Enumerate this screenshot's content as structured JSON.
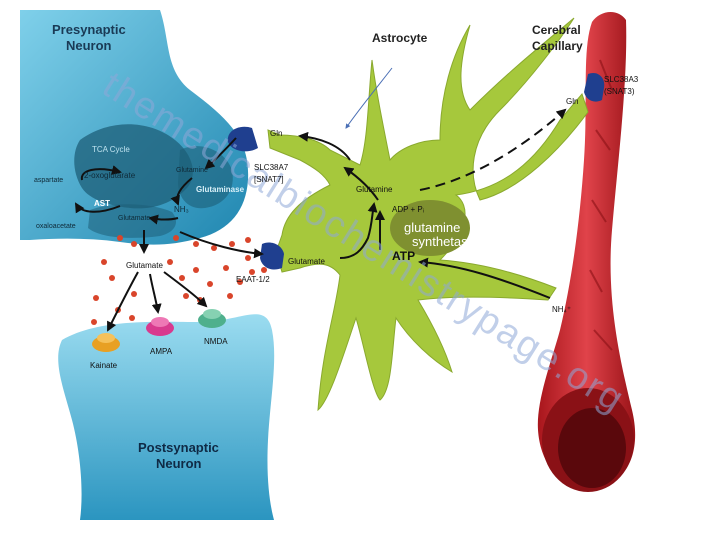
{
  "labels": {
    "presynaptic": [
      "Presynaptic",
      "Neuron"
    ],
    "postsynaptic": [
      "Postsynaptic",
      "Neuron"
    ],
    "astrocyte": "Astrocyte",
    "capillary": [
      "Cerebral",
      "Capillary"
    ],
    "tca": "TCA Cycle",
    "oxoglutarate": "2-oxoglutarate",
    "aspartate": "aspartate",
    "ast": "AST",
    "oxaloacetate": "oxaloacetate",
    "glutamine_pre": "Glutamine",
    "glutaminase": "Glutaminase",
    "nh3_pre": "NH₃",
    "glutamate_pre": "Glutamate",
    "glutamate_cleft": "Glutamate",
    "gln_astro": "Gln",
    "slc38a7": [
      "SLC38A7",
      "[SNAT7]"
    ],
    "glutamine_astro": "Glutamine",
    "adp_pi": "ADP + Pᵢ",
    "glutamine_synthetase": [
      "glutamine",
      "synthetase"
    ],
    "atp": "ATP",
    "glutamate_astro": "Glutamate",
    "eaat": "EAAT-1/2",
    "nh4": "NH₄⁺",
    "gln_cap": "Gln",
    "slc38a3": [
      "SLC38A3",
      "(SNAT3)"
    ],
    "kainate": "Kainate",
    "ampa": "AMPA",
    "nmda": "NMDA"
  },
  "watermark": "themedicalbiochemistrypage.org",
  "colors": {
    "neuron": "#2f9cc6",
    "neuron_light": "#6cc7e6",
    "mito": "#1d5f78",
    "astrocyte": "#a6c83c",
    "astrocyte_dark": "#7d9a24",
    "nucleus": "#7f9030",
    "capillary": "#c8252b",
    "capillary_dark": "#8a1116",
    "transporter": "#1f3f8f",
    "dot": "#d9452b",
    "kainate": "#e8a023",
    "ampa": "#d83a8e",
    "nmda": "#4fb08d",
    "watermark": "#8fa8d8"
  }
}
